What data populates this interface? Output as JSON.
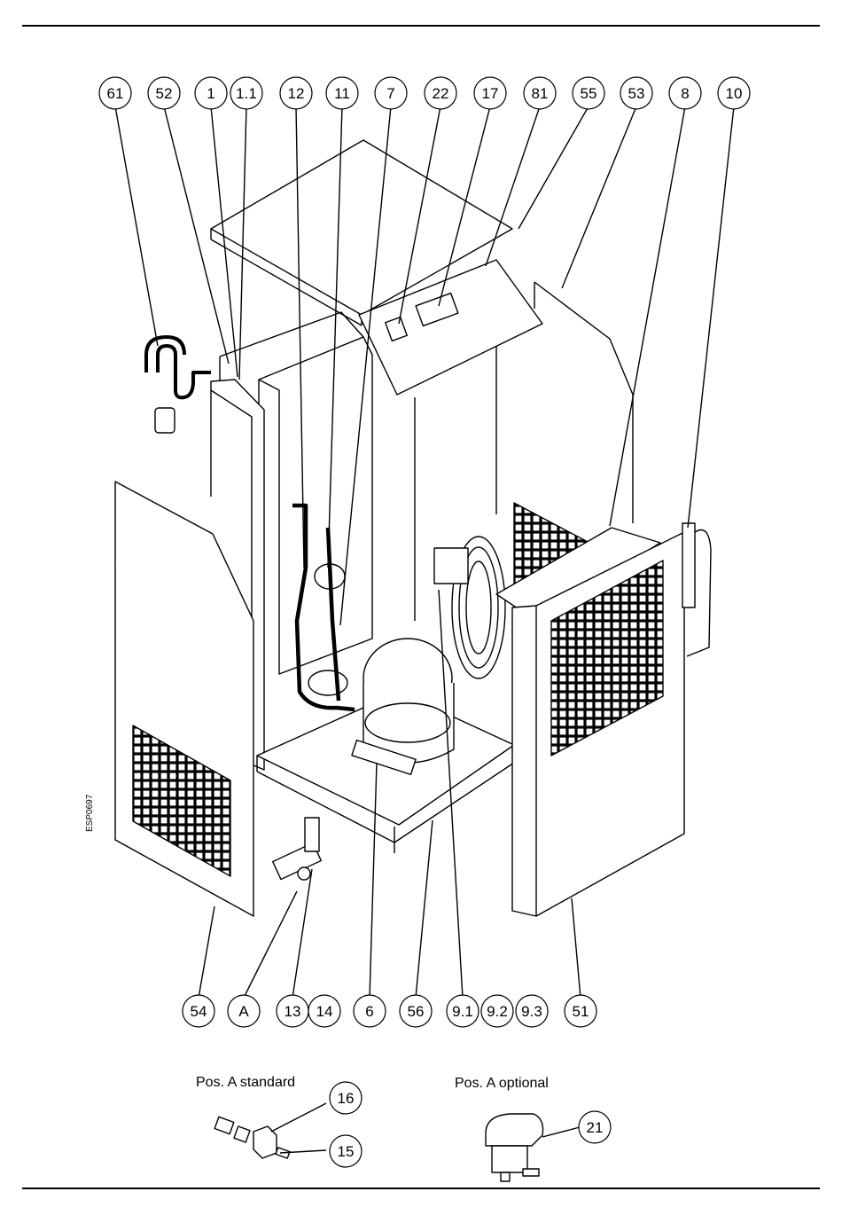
{
  "top_callouts": [
    {
      "id": "c61",
      "label": "61"
    },
    {
      "id": "c52",
      "label": "52"
    },
    {
      "id": "c1",
      "label": "1"
    },
    {
      "id": "c1_1",
      "label": "1.1"
    },
    {
      "id": "c12",
      "label": "12"
    },
    {
      "id": "c11",
      "label": "11"
    },
    {
      "id": "c7",
      "label": "7"
    },
    {
      "id": "c22",
      "label": "22"
    },
    {
      "id": "c17",
      "label": "17"
    },
    {
      "id": "c81",
      "label": "81"
    },
    {
      "id": "c55",
      "label": "55"
    },
    {
      "id": "c53",
      "label": "53"
    },
    {
      "id": "c8",
      "label": "8"
    },
    {
      "id": "c10",
      "label": "10"
    }
  ],
  "bottom_callouts": [
    {
      "id": "c54",
      "label": "54"
    },
    {
      "id": "cA",
      "label": "A"
    },
    {
      "id": "c13",
      "label": "13"
    },
    {
      "id": "c14",
      "label": "14"
    },
    {
      "id": "c6",
      "label": "6"
    },
    {
      "id": "c56",
      "label": "56"
    },
    {
      "id": "c9_1",
      "label": "9.1"
    },
    {
      "id": "c9_2",
      "label": "9.2"
    },
    {
      "id": "c9_3",
      "label": "9.3"
    },
    {
      "id": "c51",
      "label": "51"
    }
  ],
  "detail_callouts": [
    {
      "id": "c16",
      "label": "16"
    },
    {
      "id": "c15",
      "label": "15"
    },
    {
      "id": "c21",
      "label": "21"
    }
  ],
  "drawing_code": "ESP0697",
  "captions": {
    "standard": "Pos. A standard",
    "optional": "Pos. A optional"
  }
}
